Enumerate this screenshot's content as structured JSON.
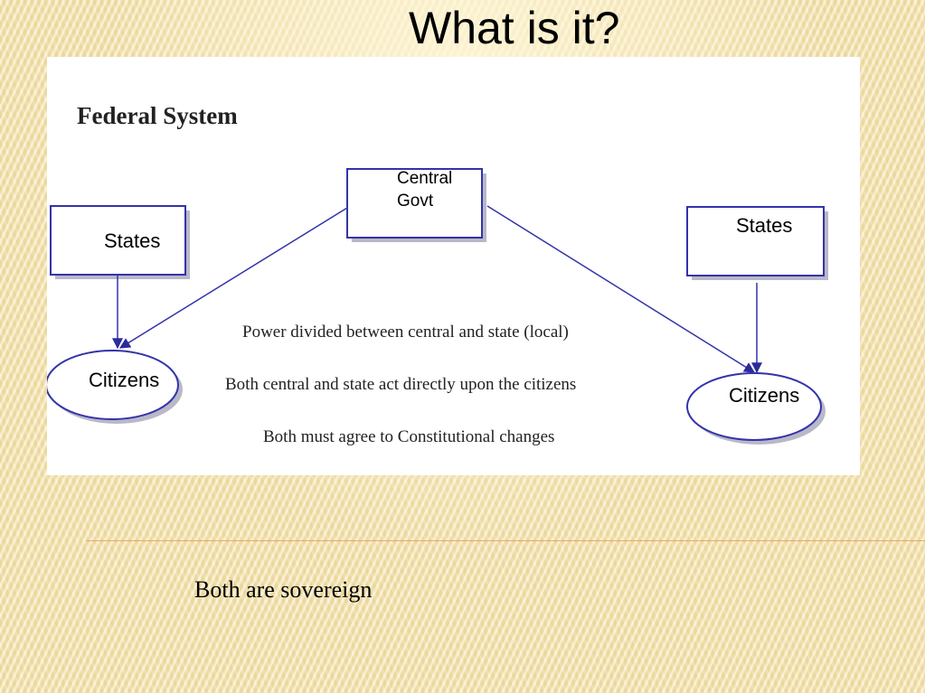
{
  "slide": {
    "title": "What is it?",
    "footnote": "Both are sovereign"
  },
  "diagram": {
    "title": "Federal System",
    "central": "Central Govt",
    "state_left": "States",
    "state_right": "States",
    "citizens_left": "Citizens",
    "citizens_right": "Citizens",
    "statements": [
      "Power divided between central and state (local)",
      "Both central and state act directly upon the citizens",
      "Both must agree to Constitutional changes"
    ],
    "colors": {
      "node_border": "#3333aa",
      "arrow": "#2b2b9a",
      "shadow": "#b8b8c8"
    }
  }
}
